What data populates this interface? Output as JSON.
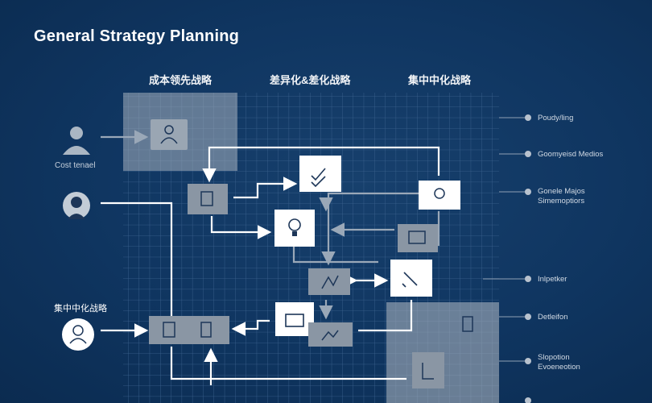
{
  "title": "General Strategy Planning",
  "columns": [
    "成本领先战略",
    "差异化&差化战略",
    "集中中化战略"
  ],
  "left_actors": [
    {
      "label": "Cost tenael",
      "icon": "person-icon"
    },
    {
      "label": "",
      "icon": "avatar-icon"
    },
    {
      "label": "集中中化战略",
      "icon": "user-circle-icon"
    }
  ],
  "right_legend": [
    "Poudy/ling",
    "Goomyeisd Medios",
    "Gonele Majos Simemoptiors",
    "Inlpetker",
    "Detleifon",
    "Slopotion Evoeneotion"
  ],
  "colors": {
    "background": "#0f3560",
    "grid": "#3d6390",
    "node_white": "#ffffff",
    "node_gray": "#8c9aaa",
    "arrow": "#ffffff"
  }
}
